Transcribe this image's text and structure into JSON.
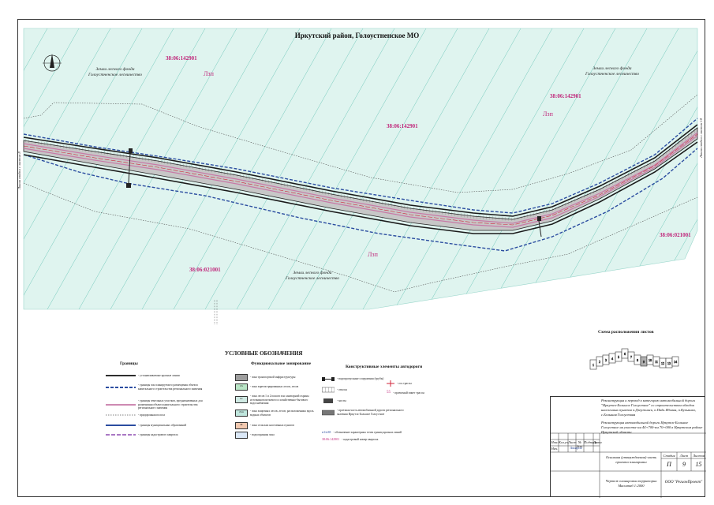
{
  "map_title": "Иркутский район, Голоустненское МО",
  "cadastral": {
    "q142901_a": "38:06:142901",
    "q142901_b": "38:06:142901",
    "q142901_c": "38:06:142901",
    "q021001_a": "38:06:021001",
    "q021001_b": "38:06:021001"
  },
  "zone_label": "Лзп",
  "forest_labels": {
    "top_left": "Земли лесного фонда\nГолоустненское лесничество",
    "top_right": "Земли лесного фонда\nГолоустненское лесничество",
    "bottom": "Земли лесного фонда\nГолоустненское лесничество"
  },
  "sheet_joins": {
    "left": "Линия сводки с листом 8",
    "right": "Линия сводки с листом 10"
  },
  "legend": {
    "title": "УСЛОВНЫЕ ОБОЗНАЧЕНИЯ",
    "col1_head": "Границы",
    "col2_head": "Функциональное зонирование",
    "col3_head": "Конструктивные элементы автодороги",
    "col1": [
      "- устанавливаемые красные линии",
      "- границы зон планируемого размещения объекта капитального строительства регионального значения",
      "- границы земельных участков, предназначенных для размещения объекта капитального строительства регионального значения",
      "- придорожная полоса",
      "- границы муниципальных образований",
      "- границы кадастрового квартала"
    ],
    "col2": [
      "- зона транспортной инфраструктуры",
      "- зона зарегистрированных лесов, лесов",
      "- зона лесов 1 и 2 поясов зон санитарной охраны источников питьевого и хозяйственно-бытового водоснабжения",
      "- зона защитных лесов, лесов, расположенных вдоль водных объектов",
      "- зона сельских населенных пунктов",
      "- водоохранная зона"
    ],
    "col2_codes": [
      "",
      "Лз",
      "Лс",
      "Лзп",
      "Ж",
      ""
    ],
    "col3": [
      "- водопропускные сооружения (трубы)",
      "- откосы",
      "- мосты",
      "- проезжая часть автомобильной дороги регионального значения Иркутск-Большое Голоустное"
    ],
    "col3b": [
      "- ось трассы",
      "- проектный пикет трассы"
    ],
    "col3b_code": "55",
    "notes": [
      "- обозначение характерных точек границ красных линий",
      "- кадастровый номер квартала"
    ],
    "note_codes": [
      "н1/н38",
      "38:06:142901"
    ]
  },
  "scheme": {
    "title": "Схема расположения листов",
    "sheets": [
      "1",
      "2",
      "3",
      "4",
      "5",
      "6",
      "7",
      "8",
      "9",
      "10",
      "11",
      "12",
      "13",
      "14",
      "15"
    ]
  },
  "stamp": {
    "project": "Реконструкция и перевод в категорию автомобильной дороги \"Иркутск-Большое Голоустное\" со строительством обходов населенных пунктов п.Дзержинск, п.Падь Ядовая, п.Кузьмиха, с.Большая Голоустная",
    "road": "Реконструкция автомобильной дороги Иркутск-Большое Голоустное на участке км 44+700-км 70+000 в Иркутском районе Иркутской области",
    "cols": [
      "Изм.",
      "Кол.уч.",
      "Лист",
      "№ док.",
      "Подпись",
      "Дата"
    ],
    "name_label": "Нач.",
    "signer": "Захаров",
    "section": "Основная (утверждаемая) часть\nпроекта планировки",
    "stage_h": "Стадия",
    "sheet_h": "Лист",
    "sheets_h": "Листов",
    "stage": "П",
    "sheet": "9",
    "sheets": "15",
    "drawing": "Чертеж планировки территории\nМасштаб 1:2000",
    "org": "ООО \"РегионПроект\""
  },
  "colors": {
    "map_fill": "#dff4ef",
    "grid": "#6fc7b9",
    "red_line": "#1a1a1a",
    "zone": "#2b4da0",
    "cadastral": "#c0267a"
  }
}
